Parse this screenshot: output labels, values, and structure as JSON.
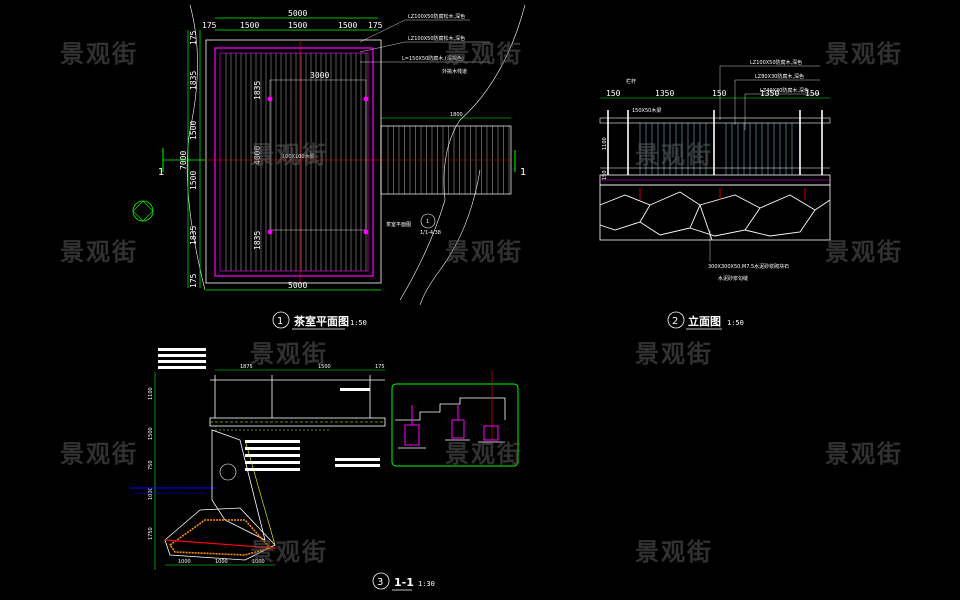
{
  "watermark": "景观街",
  "plan": {
    "title": "茶室平面图",
    "scale": "1:50",
    "number": "1",
    "dims_top": [
      "5000",
      "1500",
      "1500",
      "1500",
      "175",
      "175"
    ],
    "dim_bottom": "5000",
    "dims_left": [
      "175",
      "1835",
      "1500",
      "7000",
      "1500",
      "1835",
      "175"
    ],
    "dim_inner_top": "3000",
    "dim_inner_left": [
      "4000",
      "1835",
      "1835"
    ],
    "dim_bridge": "1800",
    "section_mark": "1",
    "inner_label": "100X100木梁",
    "notes": [
      "LZ100X50防腐松木,深色",
      "LZ100X50防腐松木,深色",
      "L=150X50防腐木,(深褐色)",
      "外挑木栈道"
    ],
    "bridge_label": "茶室平面图",
    "detail_ref": "1",
    "detail_ref_sub": "1/1-4.38"
  },
  "elevation": {
    "title": "立面图",
    "scale": "1:50",
    "number": "2",
    "dims": [
      "150",
      "1350",
      "150",
      "1350",
      "150"
    ],
    "dims_v": [
      "1100",
      "150"
    ],
    "notes": [
      "LZ100X50防腐木,深色",
      "LZ80X30防腐木,深色",
      "LZ40X30防腐木,深色"
    ],
    "label_left": "栏杆",
    "label_mid": "150X50木梁",
    "foot_notes": [
      "300X300X50,M7.5水泥砂浆砌块石",
      "水泥砂浆勾缝"
    ]
  },
  "section": {
    "title": "1-1",
    "scale": "1:30",
    "number": "3",
    "dims_top": [
      "1875",
      "1500",
      "175"
    ],
    "dims_left": [
      "1100",
      "1500",
      "750",
      "1000",
      "1750"
    ],
    "dims_bottom": [
      "1000",
      "1000",
      "1000"
    ]
  }
}
